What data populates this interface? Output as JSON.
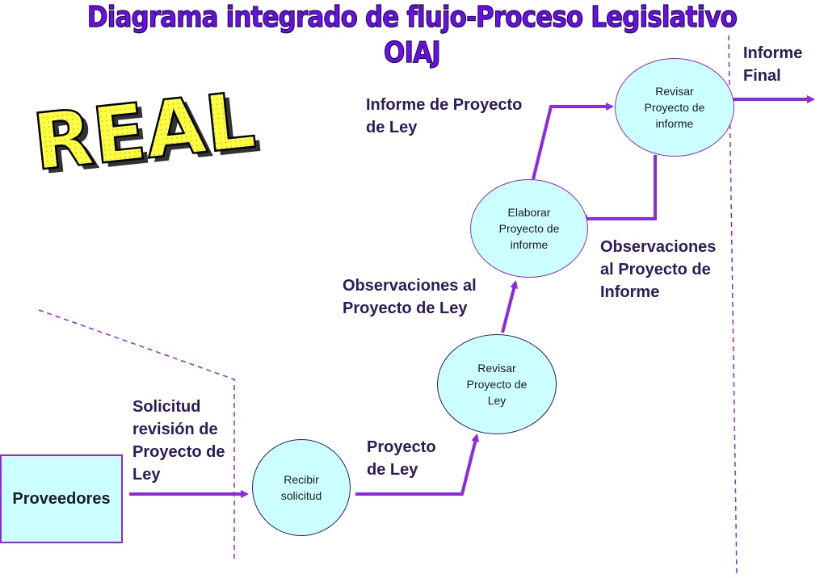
{
  "title": "Diagrama integrado de flujo-Proceso Legislativo OIAJ",
  "badge": "REAL",
  "source": "Proveedores",
  "nodes": {
    "recibir": "Recibir\nsolicitud",
    "revisar_ley": "Revisar\nProyecto de\nLey",
    "elaborar": "Elaborar\nProyecto de\ninforme",
    "revisar_informe": "Revisar\nProyecto de\ninforme"
  },
  "labels": {
    "solicitud": [
      "Solicitud",
      "revisión de",
      "Proyecto de",
      "Ley"
    ],
    "proyecto_ley": [
      "Proyecto",
      "de Ley"
    ],
    "obs_ley": [
      "Observaciones al",
      "Proyecto de Ley"
    ],
    "informe_proyecto": [
      "Informe de Proyecto",
      "de Ley"
    ],
    "obs_informe": [
      "Observaciones",
      "al Proyecto de",
      "Informe"
    ],
    "informe_final": [
      "Informe",
      "Final"
    ]
  },
  "colors": {
    "arrow": "#8a2be2",
    "node_fill": "#ccffff",
    "title": "#6a10e6",
    "text": "#2b1a5c",
    "badge_fill": "#ffff44"
  }
}
